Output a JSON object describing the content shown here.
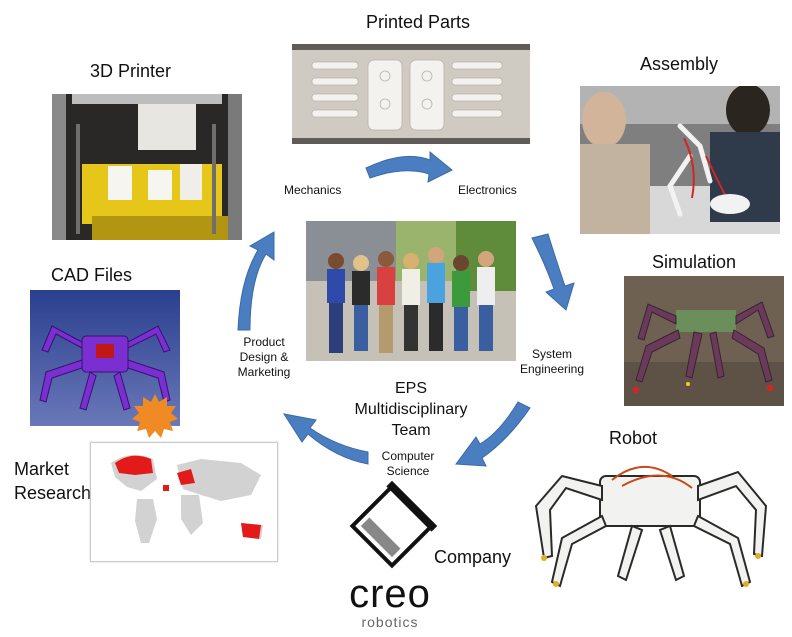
{
  "labels": {
    "printed_parts": "Printed Parts",
    "printer_3d": "3D Printer",
    "assembly": "Assembly",
    "cad_files": "CAD Files",
    "simulation": "Simulation",
    "robot": "Robot",
    "market_research_1": "Market",
    "market_research_2": "Research",
    "company": "Company"
  },
  "cycle": {
    "mechanics": "Mechanics",
    "electronics": "Electronics",
    "system_engineering_1": "System",
    "system_engineering_2": "Engineering",
    "computer_science_1": "Computer",
    "computer_science_2": "Science",
    "product_1": "Product",
    "product_2": "Design &",
    "product_3": "Marketing"
  },
  "center": {
    "line1": "EPS",
    "line2": "Multidisciplinary",
    "line3": "Team"
  },
  "logo": {
    "word": "creo",
    "sub": "robotics"
  },
  "colors": {
    "arrow": "#4a7ec0",
    "robot_purple": "#7a2fd1",
    "map_red": "#e21a1a",
    "printer_yellow": "#e6c619"
  }
}
